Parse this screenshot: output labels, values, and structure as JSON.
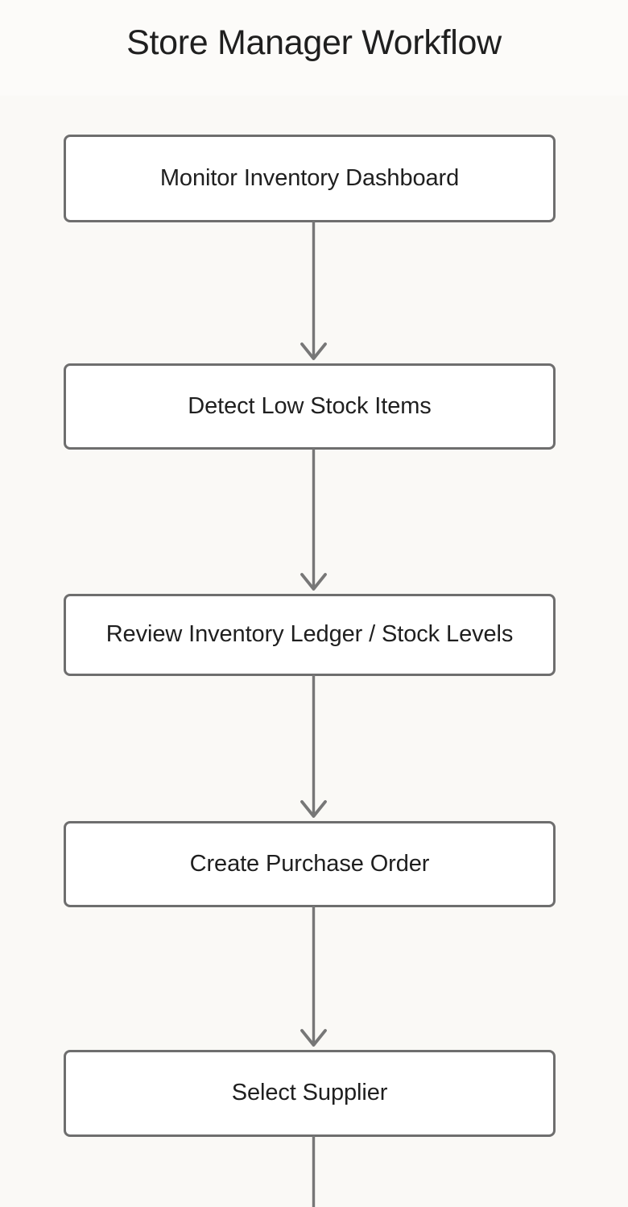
{
  "page": {
    "title": "Store Manager Workflow",
    "background_color": "#faf9f6",
    "accent_color": "#6e6e6e",
    "text_color": "#1f1f1f",
    "node_fill_color": "#ffffff"
  },
  "flowchart": {
    "type": "flowchart",
    "orientation": "top-to-bottom",
    "nodes": [
      {
        "id": "n1",
        "label": "Monitor Inventory Dashboard"
      },
      {
        "id": "n2",
        "label": "Detect Low Stock Items"
      },
      {
        "id": "n3",
        "label": "Review Inventory Ledger / Stock Levels"
      },
      {
        "id": "n4",
        "label": "Create Purchase Order"
      },
      {
        "id": "n5",
        "label": "Select Supplier"
      }
    ],
    "edges": [
      {
        "from": "n1",
        "to": "n2",
        "arrow": "down-chevron"
      },
      {
        "from": "n2",
        "to": "n3",
        "arrow": "down-chevron"
      },
      {
        "from": "n3",
        "to": "n4",
        "arrow": "down-chevron"
      },
      {
        "from": "n4",
        "to": "n5",
        "arrow": "down-chevron"
      },
      {
        "from": "n5",
        "to": "",
        "arrow": "none",
        "note": "continues below viewport"
      }
    ]
  }
}
